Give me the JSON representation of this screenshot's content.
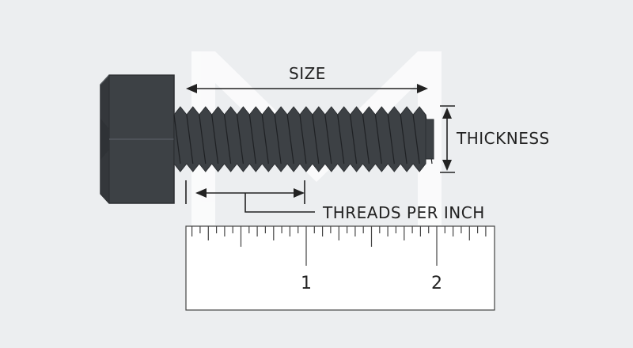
{
  "labels": {
    "size": "SIZE",
    "thickness": "THICKNESS",
    "threads_per_inch": "THREADS PER INCH"
  },
  "ruler": {
    "numbers": [
      "1",
      "2"
    ]
  },
  "colors": {
    "background": "#eceef0",
    "bolt_fill": "#3d4145",
    "bolt_dark": "#2c2f32",
    "line": "#222222",
    "ruler_fill": "#ffffff",
    "watermark": "#ffffff"
  },
  "icons": {
    "watermark": "logo-watermark"
  }
}
